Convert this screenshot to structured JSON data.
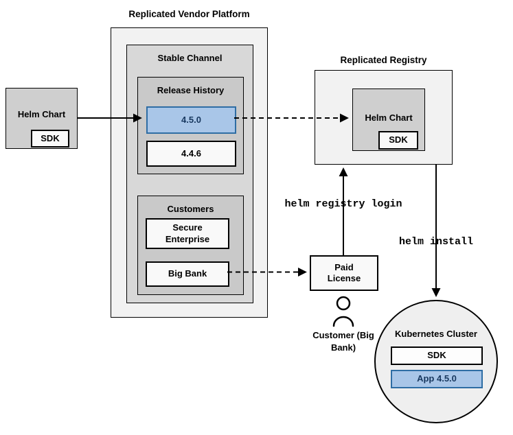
{
  "vendor_platform": {
    "title": "Replicated Vendor Platform"
  },
  "stable_channel": {
    "title": "Stable Channel"
  },
  "release_history": {
    "title": "Release History",
    "releases": [
      {
        "version": "4.5.0",
        "highlighted": true
      },
      {
        "version": "4.4.6",
        "highlighted": false
      }
    ]
  },
  "customers": {
    "title": "Customers",
    "items": [
      {
        "name": "Secure Enterprise"
      },
      {
        "name": "Big Bank"
      }
    ]
  },
  "source_chart": {
    "label": "Helm Chart",
    "sdk_label": "SDK"
  },
  "registry": {
    "title": "Replicated Registry",
    "chart_label": "Helm Chart",
    "sdk_label": "SDK"
  },
  "paid_license": {
    "label": "Paid License"
  },
  "customer": {
    "label": "Customer (Big Bank)"
  },
  "commands": {
    "registry_login": "helm registry login",
    "install": "helm install"
  },
  "cluster": {
    "title": "Kubernetes Cluster",
    "sdk_label": "SDK",
    "app_label": "App 4.5.0"
  },
  "colors": {
    "highlight_fill": "#a9c6e8",
    "highlight_border": "#2e6da4",
    "highlight_text": "#17375e"
  }
}
